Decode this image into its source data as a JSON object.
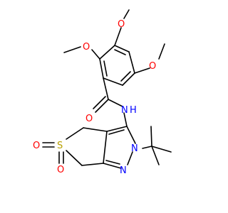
{
  "molecule": {
    "atom_labels": {
      "o_methoxy_top": "O",
      "o_methoxy_left": "O",
      "o_methoxy_right": "O",
      "o_carbonyl": "O",
      "nh": "N",
      "nh_h": "H",
      "n2": "N",
      "n1": "N",
      "s": "S",
      "o_sulfonyl_left": "O",
      "o_sulfonyl_bottom": "O"
    },
    "colors": {
      "bond": "#000000",
      "oxygen": "#ff0000",
      "nitrogen": "#0000ff",
      "sulfur": "#b8a000"
    }
  }
}
